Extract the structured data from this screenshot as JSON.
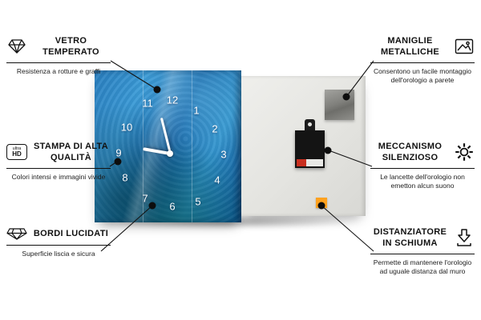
{
  "product": {
    "clock_numbers": [
      "12",
      "11",
      "1",
      "10",
      "2",
      "9",
      "3",
      "8",
      "4",
      "7",
      "6",
      "5"
    ]
  },
  "callouts": {
    "left": [
      {
        "title": "VETRO TEMPERATO",
        "desc": "Resistenza a rotture e graffi",
        "icon": "tempered-glass-diamond"
      },
      {
        "title": "STAMPA DI ALTA QUALITÀ",
        "desc": "Colori intensi e immagini vivide",
        "icon": "ultra-hd-badge"
      },
      {
        "title": "BORDI LUCIDATI",
        "desc": "Superficie liscia e sicura",
        "icon": "polished-edge-gem"
      }
    ],
    "right": [
      {
        "title": "MANIGLIE METALLICHE",
        "desc": "Consentono un facile montaggio dell'orologio a parete",
        "icon": "picture-frame"
      },
      {
        "title": "MECCANISMO SILENZIOSO",
        "desc": "Le lancette dell'orologio non emetton alcun suono",
        "icon": "gear"
      },
      {
        "title": "DISTANZIATORE IN SCHIUMA",
        "desc": "Permette di mantenere l'orologio ad uguale distanza dal muro",
        "icon": "arrow-down-spacer"
      }
    ]
  },
  "icons": {
    "ultra_hd_top": "ultra",
    "ultra_hd_bottom": "HD"
  },
  "colors": {
    "clock_blue": "#1563a8",
    "foam_orange": "#ffa21f",
    "mechanism_black": "#141414",
    "line_black": "#141414",
    "back_panel_gray": "#e4e4e0"
  }
}
